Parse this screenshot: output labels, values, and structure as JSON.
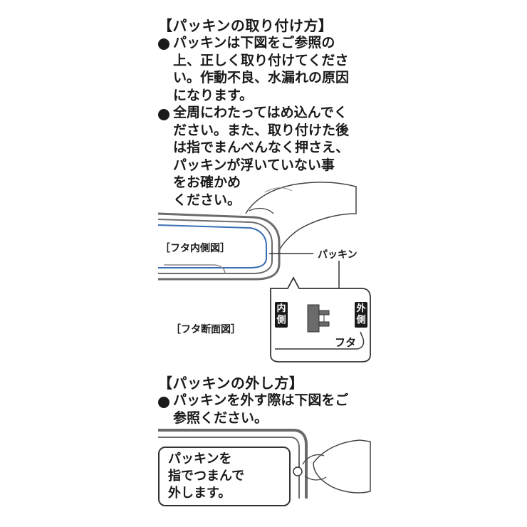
{
  "section1": {
    "heading": "【パッキンの取り付け方】",
    "bullet1": {
      "lines": [
        "パッキンは下図をご参照の",
        "上、正しく取り付けてくださ",
        "い。作動不良、水漏れの原因",
        "になります。"
      ]
    },
    "bullet2": {
      "lines": [
        "全周にわたってはめ込んでく",
        "ださい。また、取り付けた後",
        "は指でまんべんなく押さえ、",
        "パッキンが浮いていない事",
        "をお確かめ",
        "ください。"
      ]
    }
  },
  "figure1": {
    "lid_inner_label": "［フタ内側図］",
    "packing_callout": "パッキン",
    "lid_section_label": "［フタ断面図］",
    "inner_side": [
      "内",
      "側"
    ],
    "outer_side": [
      "外",
      "側"
    ],
    "lid_label": "フタ"
  },
  "section2": {
    "heading": "【パッキンの外し方】",
    "bullet1": {
      "lines": [
        "パッキンを外す際は下図をご",
        "参照ください。"
      ]
    }
  },
  "figure2": {
    "note_lines": [
      "パッキンを",
      "指でつまんで",
      "外します。"
    ]
  },
  "colors": {
    "text": "#1a1a1a",
    "packing_blue": "#3a6fb5",
    "figure_gray": "#6b6b6b"
  }
}
